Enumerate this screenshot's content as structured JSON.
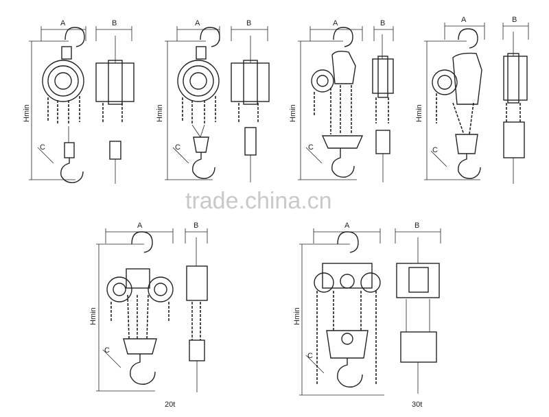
{
  "dimension_labels": {
    "a": "A",
    "b": "B",
    "hmin": "Hmin",
    "c": "C"
  },
  "watermark": "trade.china.cn",
  "captions": {
    "hoist_20t": "20t",
    "hoist_30t": "30t"
  }
}
